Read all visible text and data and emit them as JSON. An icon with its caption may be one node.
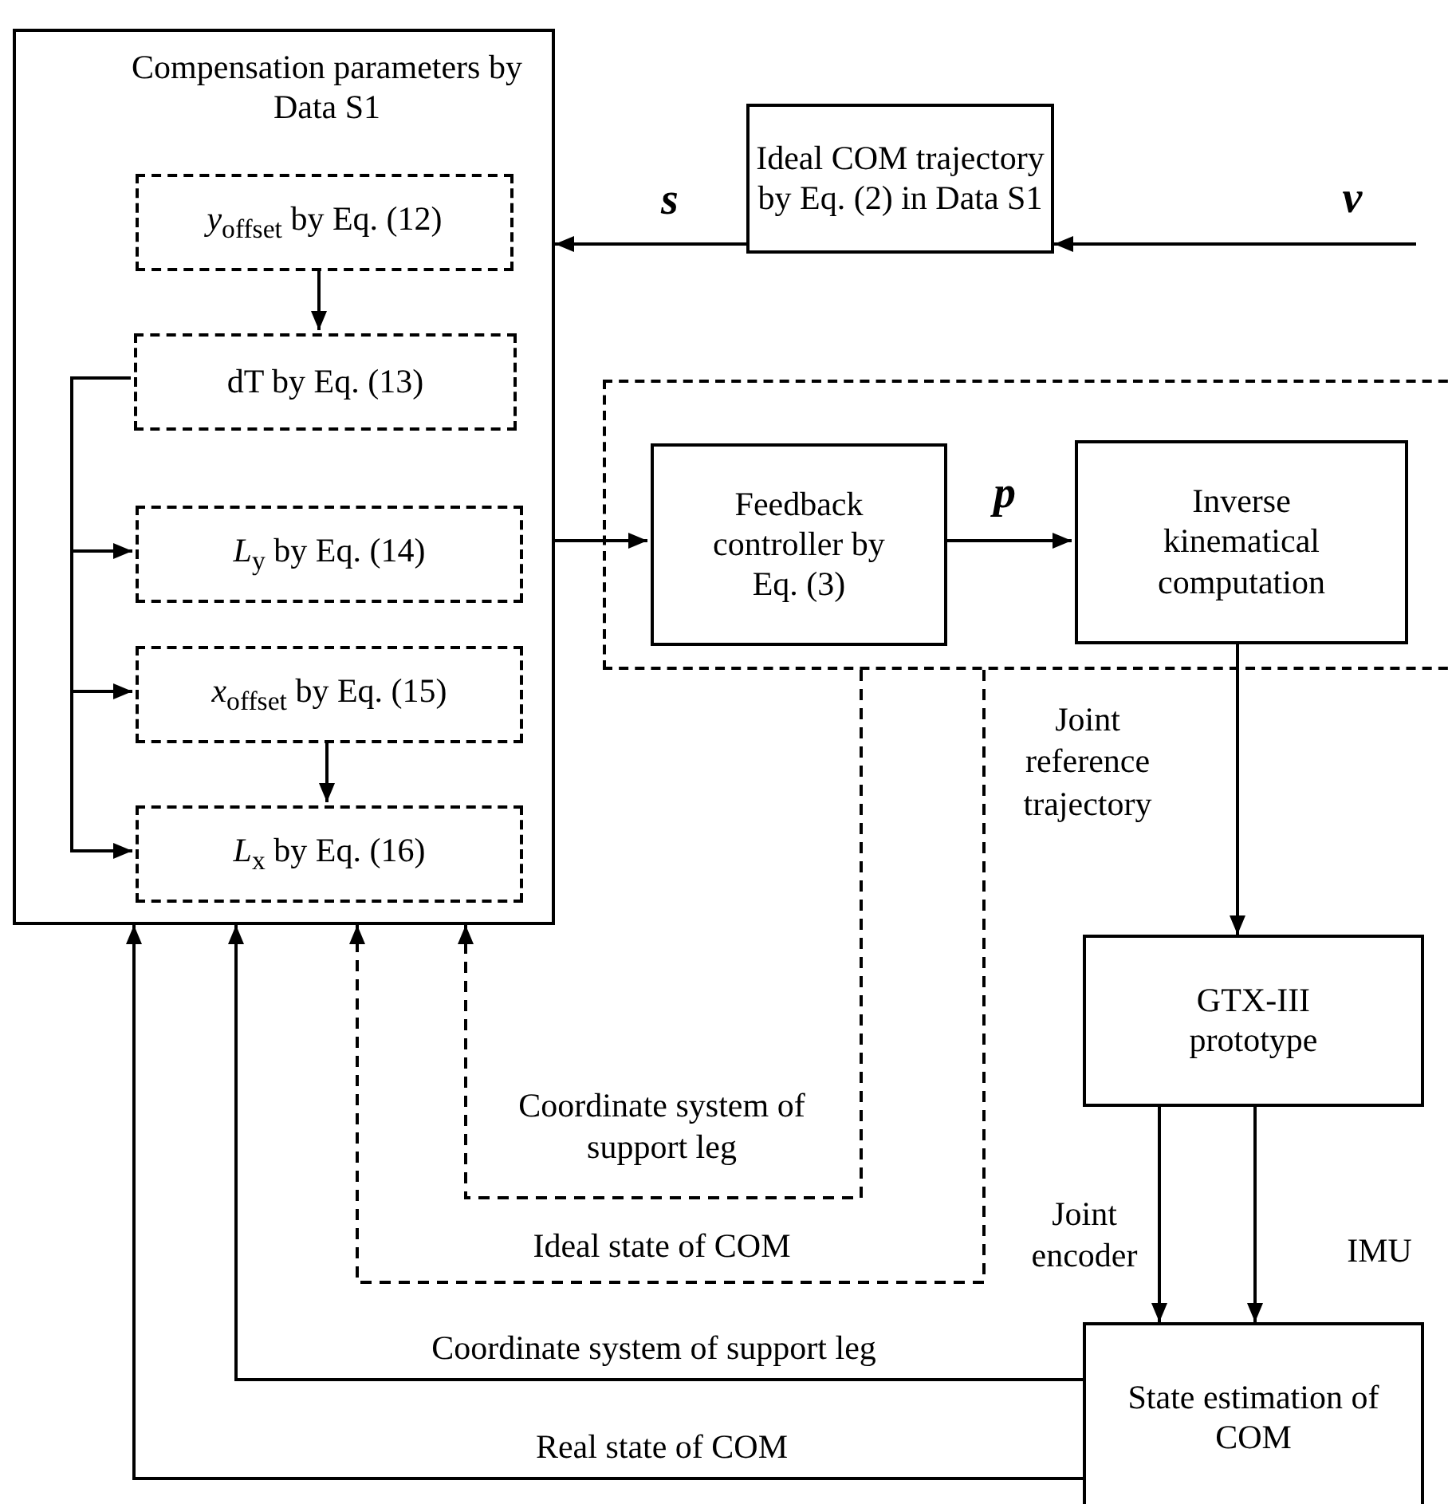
{
  "diagram": {
    "nodes": [
      {
        "text": [
          "Compensation parameters by Data S1"
        ]
      },
      {
        "text": [
          "*y*$_{offset}$ by Eq. (12)"
        ],
        "in": 0
      },
      {
        "text": [
          "dT by Eq. (13)"
        ],
        "in": 0
      },
      {
        "text": [
          "*L*$_{y}$ by Eq. (14)"
        ],
        "in": 0
      },
      {
        "text": [
          "*x*$_{offset}$ by Eq. (15)"
        ],
        "in": 0
      },
      {
        "text": [
          "*L*$_{x}$ by Eq. (16)"
        ],
        "in": 0
      },
      {
        "text": [
          "Ideal COM trajectory by Eq. (2) in Data S1"
        ]
      },
      {
        "text": [],
        "shape": "box"
      },
      {
        "text": [
          "Feedback controller by Eq. (3)"
        ],
        "in": 7
      },
      {
        "text": [
          "Inverse kinematical computation"
        ],
        "in": 7
      },
      {
        "text": [
          "GTX-III prototype"
        ]
      },
      {
        "text": [
          "State estimation of COM"
        ]
      }
    ],
    "edges": [
      {
        "from": null,
        "to": 6,
        "arrow": "to",
        "label": "v"
      },
      {
        "from": 6,
        "to": 0,
        "arrow": "to",
        "label": "s"
      },
      {
        "from": 1,
        "to": 2,
        "arrow": "to"
      },
      {
        "from": 2,
        "to": 3,
        "arrow": "to"
      },
      {
        "from": 2,
        "to": 4,
        "arrow": "to"
      },
      {
        "from": 2,
        "to": 5,
        "arrow": "to"
      },
      {
        "from": 4,
        "to": 5,
        "arrow": "to"
      },
      {
        "from": 0,
        "to": 8,
        "arrow": "to"
      },
      {
        "from": 8,
        "to": 9,
        "arrow": "to",
        "label": "p"
      },
      {
        "from": 9,
        "to": 10,
        "arrow": "to",
        "label": "Joint reference trajectory"
      },
      {
        "from": 10,
        "to": 11,
        "arrow": "to",
        "label": "Joint encoder"
      },
      {
        "from": 10,
        "to": 11,
        "arrow": "to",
        "label": "IMU"
      },
      {
        "from": 11,
        "to": 0,
        "arrow": "to",
        "label": "Coordinate system of support leg"
      },
      {
        "from": 11,
        "to": 0,
        "arrow": "to",
        "label": "Real state of COM"
      },
      {
        "from": 7,
        "to": 0,
        "arrow": "to",
        "label": "Ideal state of COM",
        "style": "dashed"
      },
      {
        "from": 7,
        "to": 0,
        "arrow": "to",
        "label": "Coordinate system of support leg",
        "style": "dashed"
      }
    ]
  }
}
